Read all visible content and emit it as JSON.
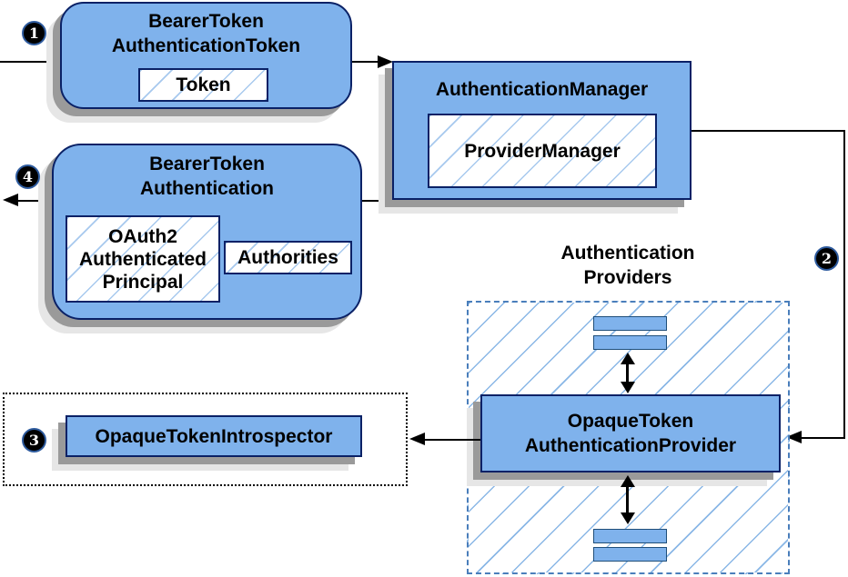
{
  "diagram": {
    "colors": {
      "node_fill": "#7fb2ec",
      "node_border": "#0a2166",
      "chip_hatch_line": "#a7c9ee",
      "region_hatch_line": "#8ab7e6",
      "region_border": "#4a7ebb",
      "bar_border": "#1f4e79",
      "shadow_dark": "#9a9a9a",
      "shadow_light": "#e6e6e6",
      "connector": "#000000",
      "badge_bg": "#000000",
      "badge_text": "#ffffff"
    },
    "steps": [
      {
        "label": "1"
      },
      {
        "label": "2"
      },
      {
        "label": "3"
      },
      {
        "label": "4"
      }
    ],
    "nodes": {
      "bearer_token_authentication_token": {
        "title_line1": "BearerToken",
        "title_line2": "AuthenticationToken",
        "token_label": "Token"
      },
      "authentication_manager": {
        "title": "AuthenticationManager",
        "provider_label": "ProviderManager"
      },
      "bearer_token_authentication": {
        "title_line1": "BearerToken",
        "title_line2": "Authentication",
        "principal_line1": "OAuth2",
        "principal_line2": "Authenticated",
        "principal_line3": "Principal",
        "authorities_label": "Authorities"
      },
      "providers_region": {
        "label_line1": "Authentication",
        "label_line2": "Providers"
      },
      "opaque_token_authentication_provider": {
        "title_line1": "OpaqueToken",
        "title_line2": "AuthenticationProvider"
      },
      "opaque_token_introspector": {
        "title": "OpaqueTokenIntrospector"
      }
    }
  }
}
